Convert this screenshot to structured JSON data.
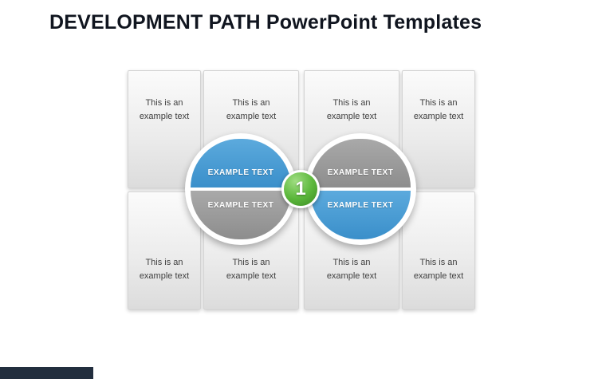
{
  "slide": {
    "title": "DEVELOPMENT PATH PowerPoint Templates"
  },
  "cards": [
    {
      "text": "This is an example text"
    },
    {
      "text": "This is an example text"
    },
    {
      "text": "This is an example text"
    },
    {
      "text": "This is an example text"
    },
    {
      "text": "This is an example text"
    },
    {
      "text": "This is an example text"
    },
    {
      "text": "This is an example text"
    },
    {
      "text": "This is an example text"
    }
  ],
  "segments": {
    "left_top": {
      "label": "EXAMPLE TEXT",
      "color": "#3a8fca"
    },
    "left_bottom": {
      "label": "EXAMPLE TEXT",
      "color": "#8d8d8d"
    },
    "right_top": {
      "label": "EXAMPLE TEXT",
      "color": "#8d8d8d"
    },
    "right_bottom": {
      "label": "EXAMPLE TEXT",
      "color": "#3a8fca"
    }
  },
  "center": {
    "number": "1",
    "color": "#5cb83c"
  },
  "colors": {
    "title": "#10151f",
    "blue": "#3a8fca",
    "gray": "#8d8d8d",
    "green": "#5cb83c",
    "footer_bar": "#222e3e"
  }
}
